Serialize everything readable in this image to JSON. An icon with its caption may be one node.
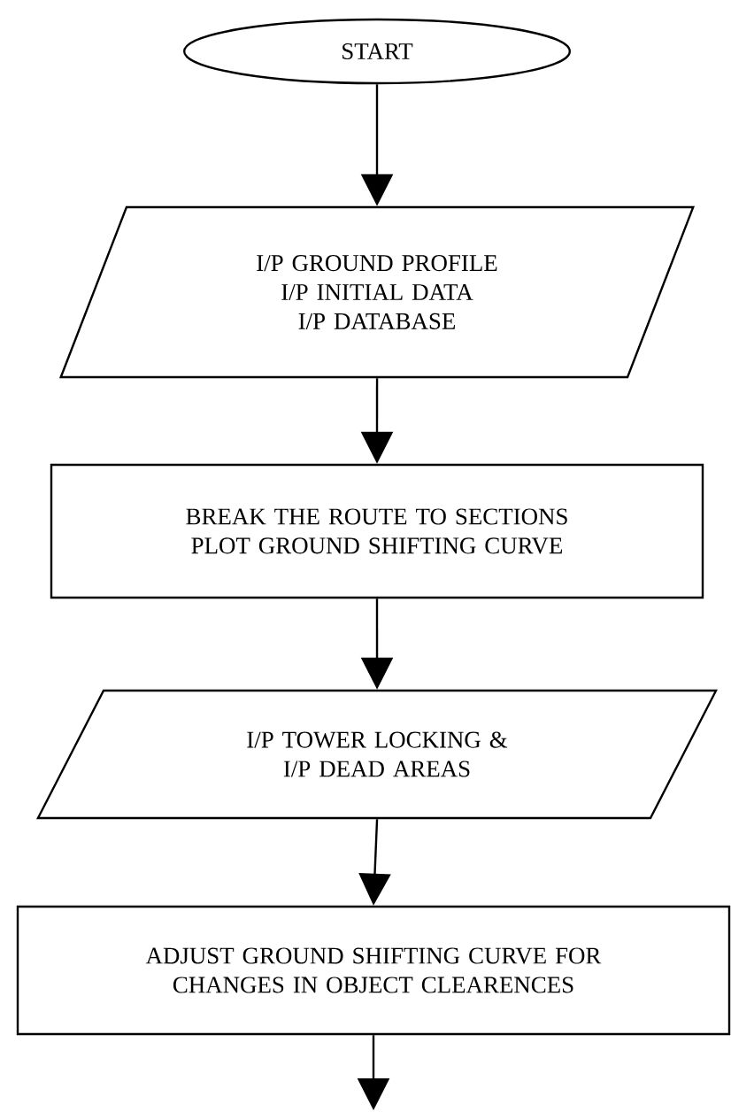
{
  "diagram": {
    "nodes": [
      {
        "text": [
          "START"
        ]
      },
      {
        "text": [
          "I/P GROUND PROFILE",
          "I/P INITIAL DATA",
          "I/P DATABASE"
        ]
      },
      {
        "text": [
          "BREAK THE ROUTE TO SECTIONS",
          "PLOT GROUND SHIFTING CURVE"
        ]
      },
      {
        "text": [
          "I/P TOWER LOCKING &",
          "I/P DEAD AREAS"
        ]
      },
      {
        "text": [
          "ADJUST GROUND SHIFTING CURVE FOR CHANGES IN OBJECT CLEARENCES"
        ]
      }
    ],
    "edges": [
      {
        "from": 0,
        "to": 1,
        "arrow": "to"
      },
      {
        "from": 1,
        "to": 2,
        "arrow": "to"
      },
      {
        "from": 2,
        "to": 3,
        "arrow": "to"
      },
      {
        "from": 3,
        "to": 4,
        "arrow": "to"
      },
      {
        "from": 4,
        "to": null,
        "arrow": "to"
      }
    ]
  }
}
